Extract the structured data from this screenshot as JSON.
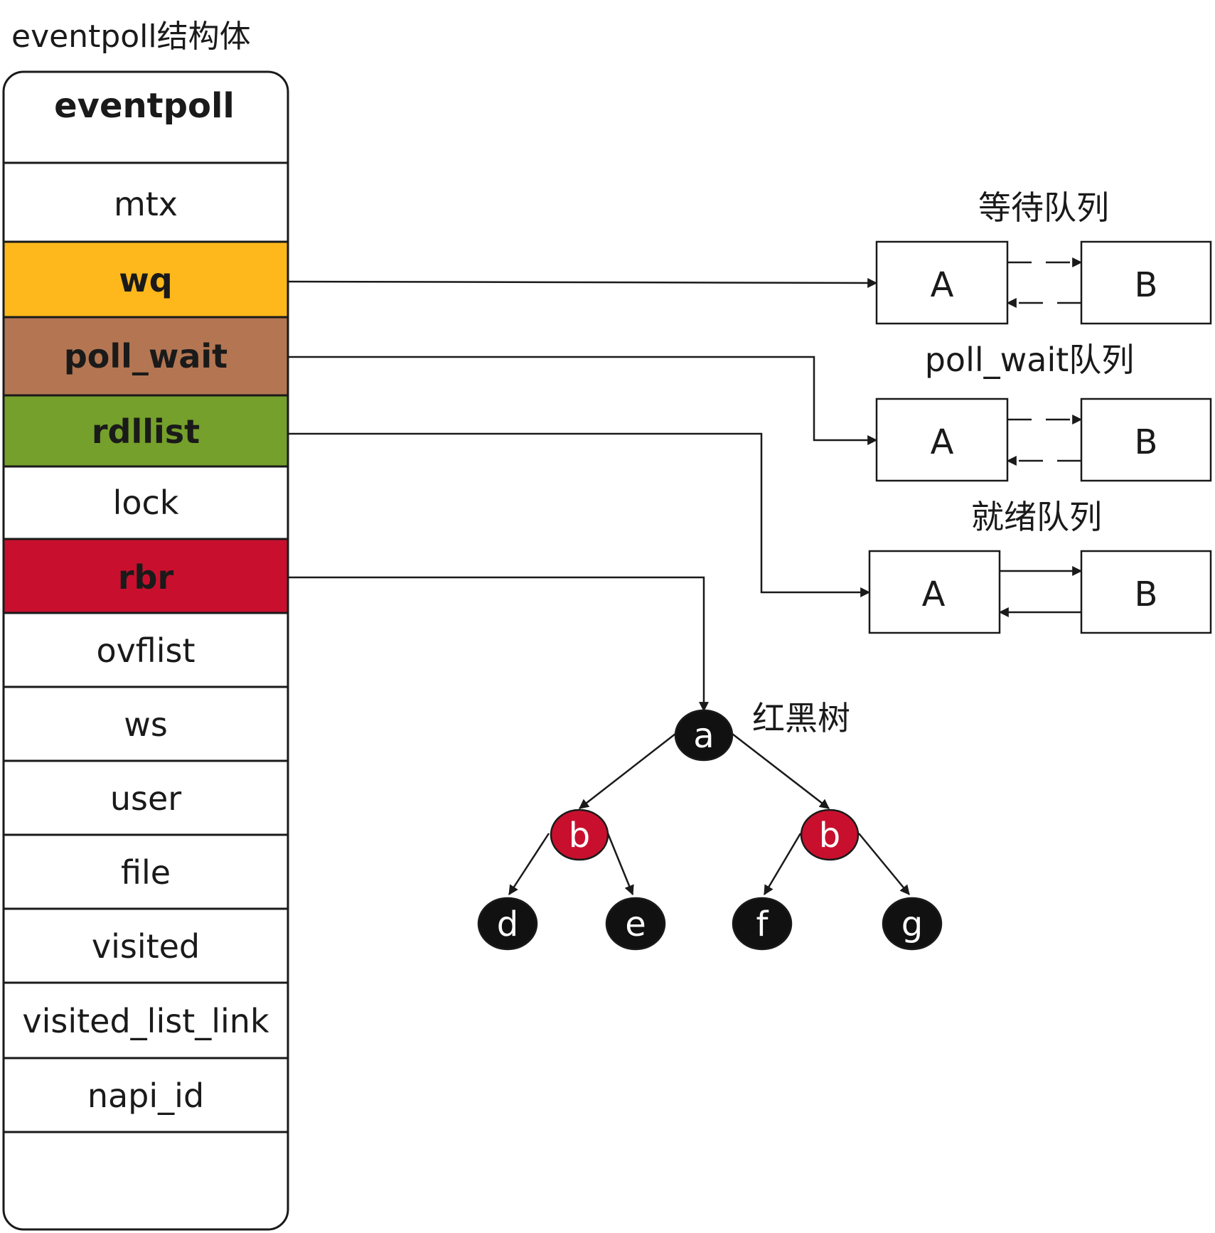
{
  "struct_caption": "eventpoll结构体",
  "struct": {
    "header": "eventpoll",
    "fields": [
      {
        "label": "mtx",
        "bold": false,
        "fill": "#ffffff"
      },
      {
        "label": "wq",
        "bold": true,
        "fill": "#ffb81c"
      },
      {
        "label": "poll_wait",
        "bold": true,
        "fill": "#b47652"
      },
      {
        "label": "rdllist",
        "bold": true,
        "fill": "#75a02b"
      },
      {
        "label": "lock",
        "bold": false,
        "fill": "#ffffff"
      },
      {
        "label": "rbr",
        "bold": true,
        "fill": "#c8102e"
      },
      {
        "label": "ovflist",
        "bold": false,
        "fill": "#ffffff"
      },
      {
        "label": "ws",
        "bold": false,
        "fill": "#ffffff"
      },
      {
        "label": "user",
        "bold": false,
        "fill": "#ffffff"
      },
      {
        "label": "file",
        "bold": false,
        "fill": "#ffffff"
      },
      {
        "label": "visited",
        "bold": false,
        "fill": "#ffffff"
      },
      {
        "label": "visited_list_link",
        "bold": false,
        "fill": "#ffffff"
      },
      {
        "label": "napi_id",
        "bold": false,
        "fill": "#ffffff"
      }
    ]
  },
  "queues": {
    "wait_queue": {
      "title": "等待队列",
      "node_a": "A",
      "node_b": "B"
    },
    "poll_wait_queue": {
      "title": "poll_wait队列",
      "node_a": "A",
      "node_b": "B"
    },
    "ready_queue": {
      "title": "就绪队列",
      "node_a": "A",
      "node_b": "B"
    }
  },
  "tree": {
    "title": "红黑树",
    "root": "a",
    "left_child": "b",
    "right_child": "b",
    "leaf_1": "d",
    "leaf_2": "e",
    "leaf_3": "f",
    "leaf_4": "g"
  },
  "colors": {
    "red_node": "#c8102e",
    "black_node": "#111111",
    "line": "#1a1a1a"
  }
}
